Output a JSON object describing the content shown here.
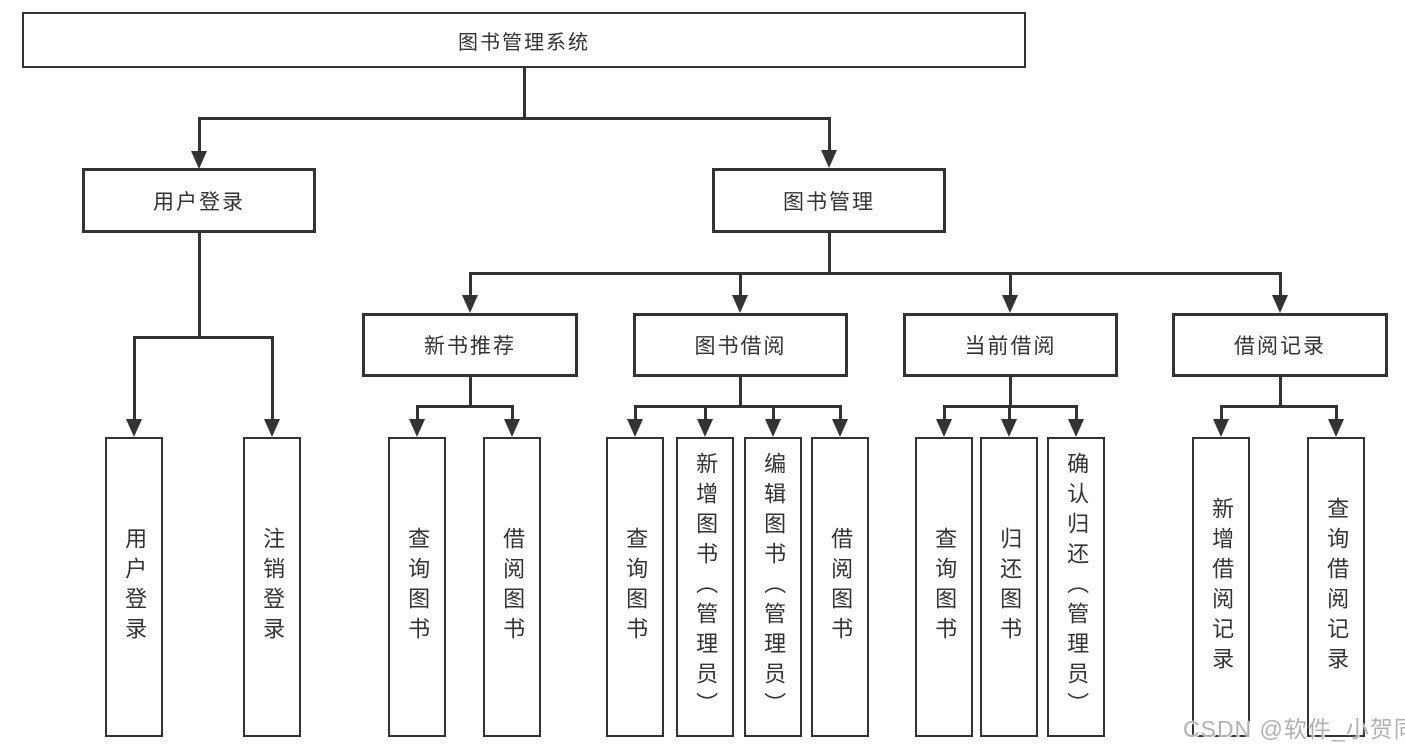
{
  "tree": {
    "root": {
      "label": "图书管理系统"
    },
    "level1": [
      {
        "label": "用户登录"
      },
      {
        "label": "图书管理"
      }
    ],
    "level2": [
      {
        "label": "新书推荐",
        "parent": "图书管理"
      },
      {
        "label": "图书借阅",
        "parent": "图书管理"
      },
      {
        "label": "当前借阅",
        "parent": "图书管理"
      },
      {
        "label": "借阅记录",
        "parent": "图书管理"
      }
    ],
    "leaves": [
      {
        "label": "用户登录",
        "parent": "用户登录"
      },
      {
        "label": "注销登录",
        "parent": "用户登录"
      },
      {
        "label": "查询图书",
        "parent": "新书推荐"
      },
      {
        "label": "借阅图书",
        "parent": "新书推荐"
      },
      {
        "label": "查询图书",
        "parent": "图书借阅"
      },
      {
        "label": "新增图书（管理员）",
        "parent": "图书借阅"
      },
      {
        "label": "编辑图书（管理员）",
        "parent": "图书借阅"
      },
      {
        "label": "借阅图书",
        "parent": "图书借阅"
      },
      {
        "label": "查询图书",
        "parent": "当前借阅"
      },
      {
        "label": "归还图书",
        "parent": "当前借阅"
      },
      {
        "label": "确认归还（管理员）",
        "parent": "当前借阅"
      },
      {
        "label": "新增借阅记录",
        "parent": "借阅记录"
      },
      {
        "label": "查询借阅记录",
        "parent": "借阅记录"
      }
    ]
  },
  "colors": {
    "line": "#333333",
    "text": "#333333",
    "box_background": "#ffffff",
    "page_background": "#ffffff",
    "watermark": "#b2b2b2"
  },
  "watermark": {
    "text": "CSDN @软件_小贺同学"
  }
}
